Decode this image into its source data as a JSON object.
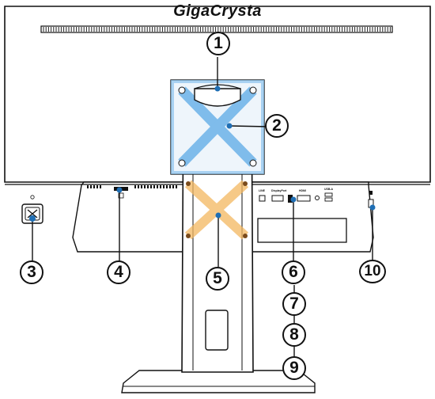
{
  "brand_logo": "GigaCrysta",
  "callouts": [
    {
      "id": "1",
      "label": "1",
      "target": "vent-strip"
    },
    {
      "id": "2",
      "label": "2",
      "target": "vesa-mount"
    },
    {
      "id": "3",
      "label": "3",
      "target": "power-inlet"
    },
    {
      "id": "4",
      "label": "4",
      "target": "power-button"
    },
    {
      "id": "5",
      "label": "5",
      "target": "stand-mount"
    },
    {
      "id": "6",
      "label": "6",
      "target": "port-panel"
    },
    {
      "id": "7",
      "label": "7",
      "target": "port-panel"
    },
    {
      "id": "8",
      "label": "8",
      "target": "port-panel"
    },
    {
      "id": "9",
      "label": "9",
      "target": "port-panel"
    },
    {
      "id": "10",
      "label": "10",
      "target": "security-slot"
    }
  ],
  "port_labels": {
    "line": "LINE",
    "displayport": "DisplayPort",
    "hdmi": "HDMI",
    "usb": "USB-A"
  },
  "colors": {
    "outline": "#111111",
    "vesa_highlight": "#5aa9e6",
    "stand_highlight": "#f3b760",
    "leader_dot": "#1f6fb5",
    "vent": "#222222"
  }
}
